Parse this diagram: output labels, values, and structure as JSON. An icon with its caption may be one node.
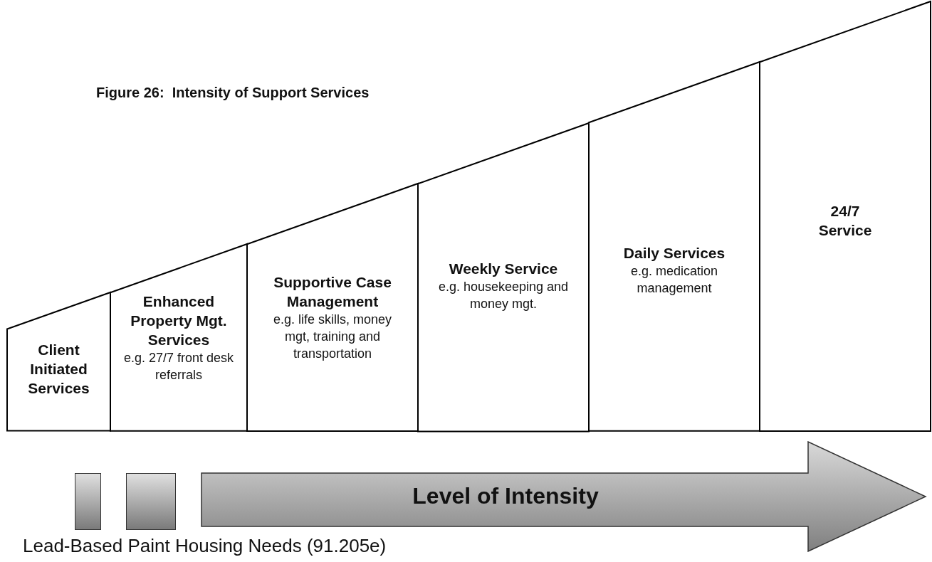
{
  "diagram": {
    "title": "Figure 26:  Intensity of Support Services",
    "nodes": [
      {
        "text": [
          "Client Initiated Services"
        ]
      },
      {
        "text": [
          "Enhanced Property Mgt. Services",
          "e.g. 27/7 front desk referrals"
        ]
      },
      {
        "text": [
          "Supportive Case Management",
          "e.g. life skills, money mgt, training and transportation"
        ]
      },
      {
        "text": [
          "Weekly Service",
          "e.g. housekeeping and money mgt."
        ]
      },
      {
        "text": [
          "Daily Services",
          "e.g. medication management"
        ]
      },
      {
        "text": [
          "24/7 Service"
        ]
      },
      {
        "text": [],
        "shape": "bar"
      },
      {
        "text": [],
        "shape": "bar"
      },
      {
        "text": [
          "Level of Intensity"
        ]
      }
    ],
    "edges": [],
    "labels": [
      "Lead-Based Paint Housing Needs (91.205e)"
    ]
  }
}
